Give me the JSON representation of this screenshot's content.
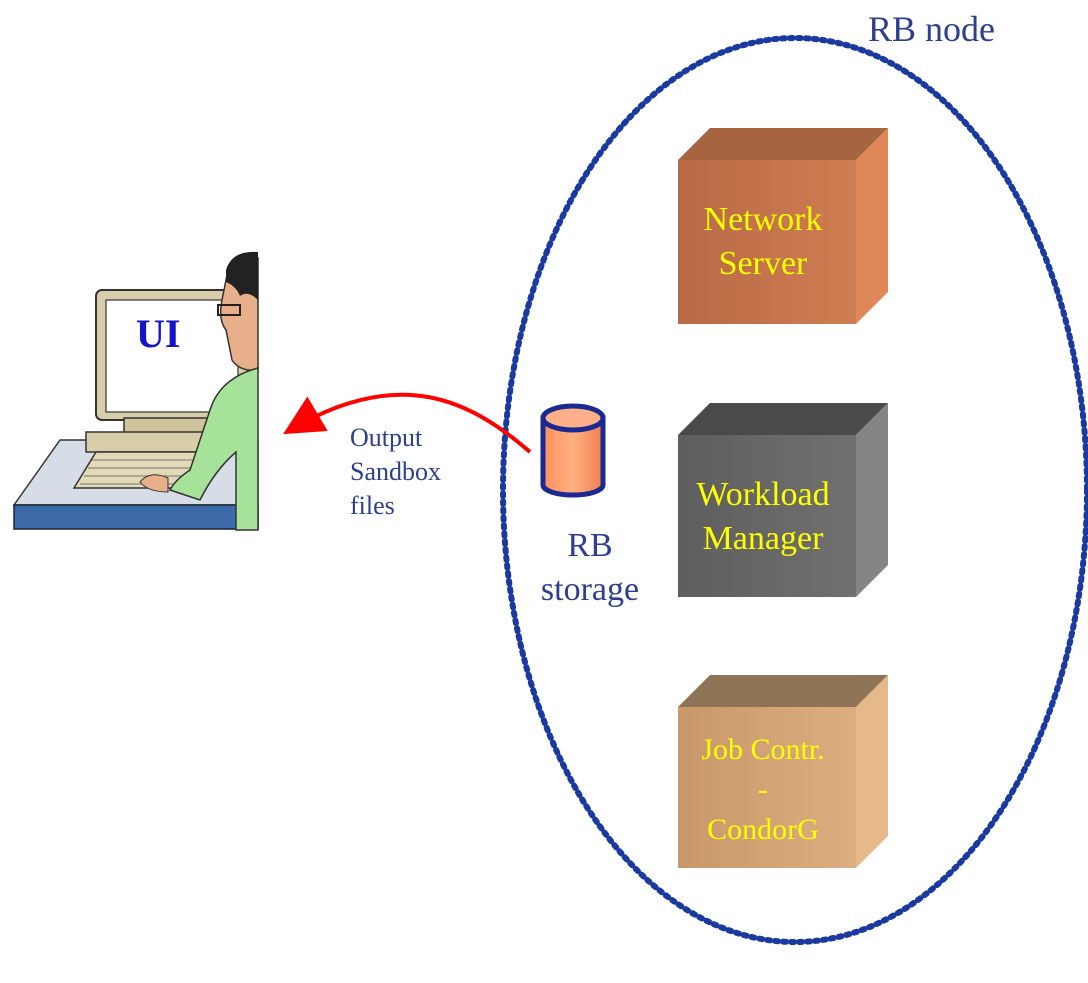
{
  "rb_node": {
    "title": "RB node",
    "components": [
      {
        "line1": "Network",
        "line2": "Server",
        "color": "#c87a4f"
      },
      {
        "line1": "Workload",
        "line2": "Manager",
        "color": "#6e6e6e"
      },
      {
        "line1": "Job Contr.",
        "line2": "-",
        "line3": "CondorG",
        "color": "#d9a877"
      }
    ],
    "storage": {
      "line1": "RB",
      "line2": "storage"
    }
  },
  "ui": {
    "label": "UI"
  },
  "arrow": {
    "line1": "Output",
    "line2": "Sandbox",
    "line3": "files",
    "color": "#ff0000"
  },
  "colors": {
    "ellipse_border": "#1a3aa0",
    "label_text": "#2d3f8f",
    "box_text": "#ffff00"
  }
}
